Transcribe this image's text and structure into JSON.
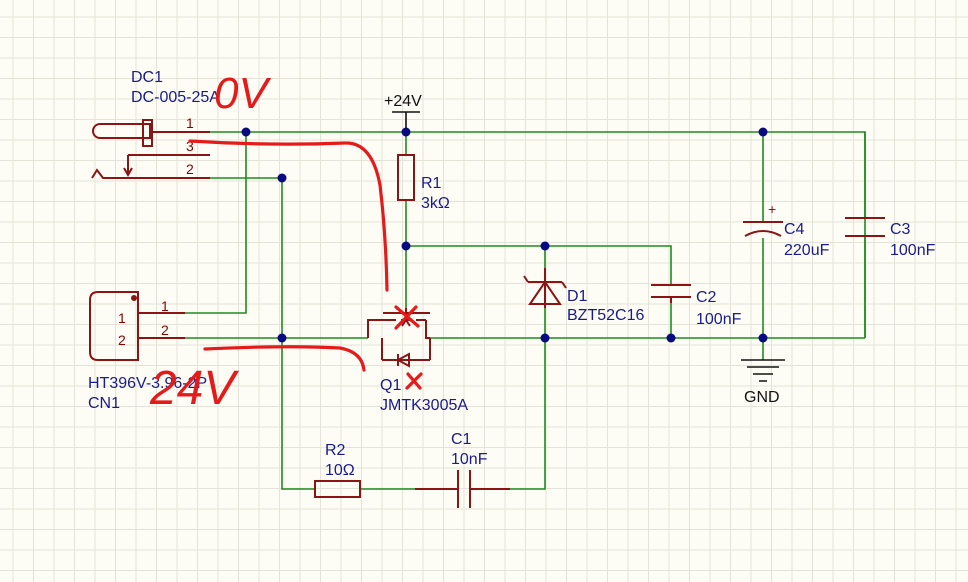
{
  "components": {
    "dc1": {
      "designator": "DC1",
      "value": "DC-005-25A",
      "pins": [
        "1",
        "3",
        "2"
      ]
    },
    "cn1": {
      "designator": "CN1",
      "value": "HT396V-3.96-2P",
      "pins_inside": [
        "1",
        "2"
      ],
      "pins_outside": [
        "1",
        "2"
      ]
    },
    "r1": {
      "designator": "R1",
      "value": "3kΩ"
    },
    "r2": {
      "designator": "R2",
      "value": "10Ω"
    },
    "c1": {
      "designator": "C1",
      "value": "10nF"
    },
    "c2": {
      "designator": "C2",
      "value": "100nF"
    },
    "c3": {
      "designator": "C3",
      "value": "100nF"
    },
    "c4": {
      "designator": "C4",
      "value": "220uF",
      "polarity": "+"
    },
    "d1": {
      "designator": "D1",
      "value": "BZT52C16"
    },
    "q1": {
      "designator": "Q1",
      "value": "JMTK3005A"
    }
  },
  "power": {
    "vcc": "+24V",
    "gnd": "GND"
  },
  "annotations": {
    "top": "0V",
    "bottom": "24V",
    "marks": [
      "x",
      "x"
    ]
  },
  "colors": {
    "wire": "#1e8c1e",
    "component": "#8b1414",
    "label": "#1a1a8c",
    "annotation": "#e51b1b",
    "junction": "#0a0a80"
  }
}
